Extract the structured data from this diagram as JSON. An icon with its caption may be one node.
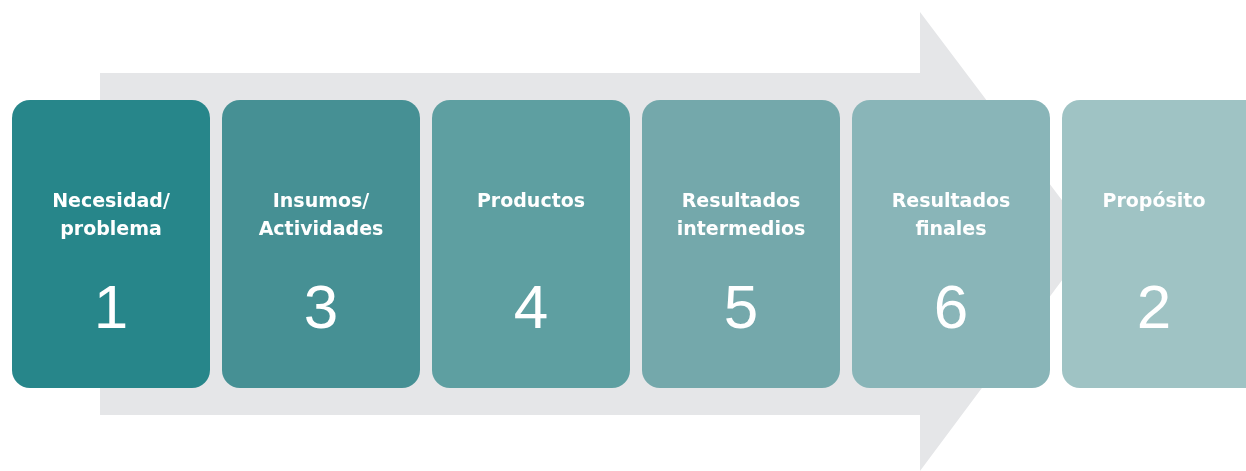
{
  "diagram": {
    "nodes": [
      {
        "text": [
          "Necesidad/ problema",
          "1"
        ]
      },
      {
        "text": [
          "Insumos/ Actividades",
          "3"
        ]
      },
      {
        "text": [
          "Productos",
          "4"
        ]
      },
      {
        "text": [
          "Resultados intermedios",
          "5"
        ]
      },
      {
        "text": [
          "Resultados finales",
          "6"
        ]
      },
      {
        "text": [
          "Propósito",
          "2"
        ]
      }
    ]
  }
}
